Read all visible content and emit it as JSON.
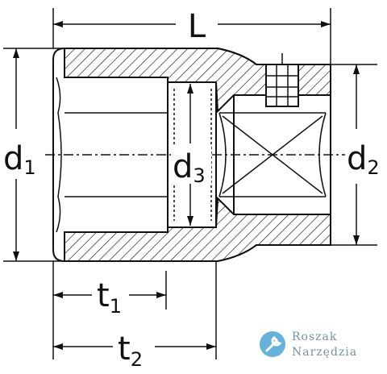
{
  "labels": {
    "L": "L",
    "d1": "d",
    "d1_sub": "1",
    "d2": "d",
    "d2_sub": "2",
    "d3": "d",
    "d3_sub": "3",
    "t1": "t",
    "t1_sub": "1",
    "t2": "t",
    "t2_sub": "2"
  },
  "watermark": {
    "line1": "Roszak",
    "line2": "Narzędzia",
    "icon": "wrench-icon"
  },
  "colors": {
    "line": "#111111",
    "hatch": "#111111",
    "watermark_icon": "#55a9d6",
    "watermark_text": "#6b8795"
  }
}
